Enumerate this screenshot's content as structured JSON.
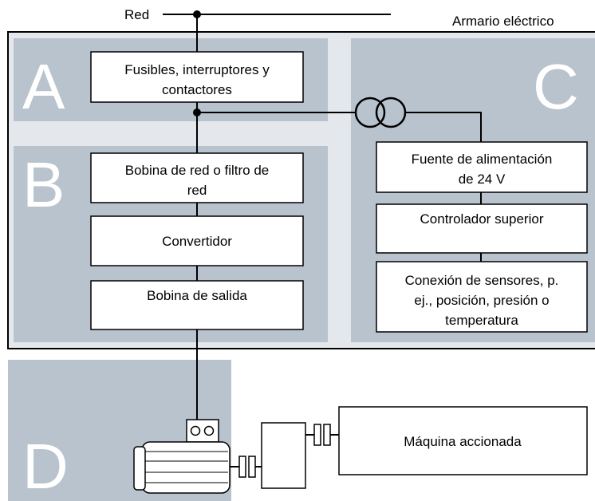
{
  "top_labels": {
    "mains": "Red",
    "cabinet": "Armario eléctrico"
  },
  "zones": {
    "a": "A",
    "b": "B",
    "c": "C",
    "d": "D"
  },
  "boxes": {
    "fuses": [
      "Fusibles, interruptores y",
      "contactores"
    ],
    "line_reactor": [
      "Bobina de red o filtro de",
      "red"
    ],
    "converter": [
      "Convertidor"
    ],
    "output_reactor": [
      "Bobina de salida"
    ],
    "power_supply": [
      "Fuente de alimentación",
      "de 24 V"
    ],
    "controller": [
      "Controlador superior"
    ],
    "sensors": [
      "Conexión de sensores, p.",
      "ej., posición, presión o",
      "temperatura"
    ],
    "driven_machine": [
      "Máquina accionada"
    ]
  },
  "colors": {
    "zone_fill": "#b8c3cd",
    "cabinet_bg": "#e4e8ec",
    "line": "#000000",
    "box_fill": "#ffffff"
  },
  "icons": [
    "transformer-icon",
    "motor-icon",
    "coupling-icon",
    "gearbox-icon"
  ]
}
